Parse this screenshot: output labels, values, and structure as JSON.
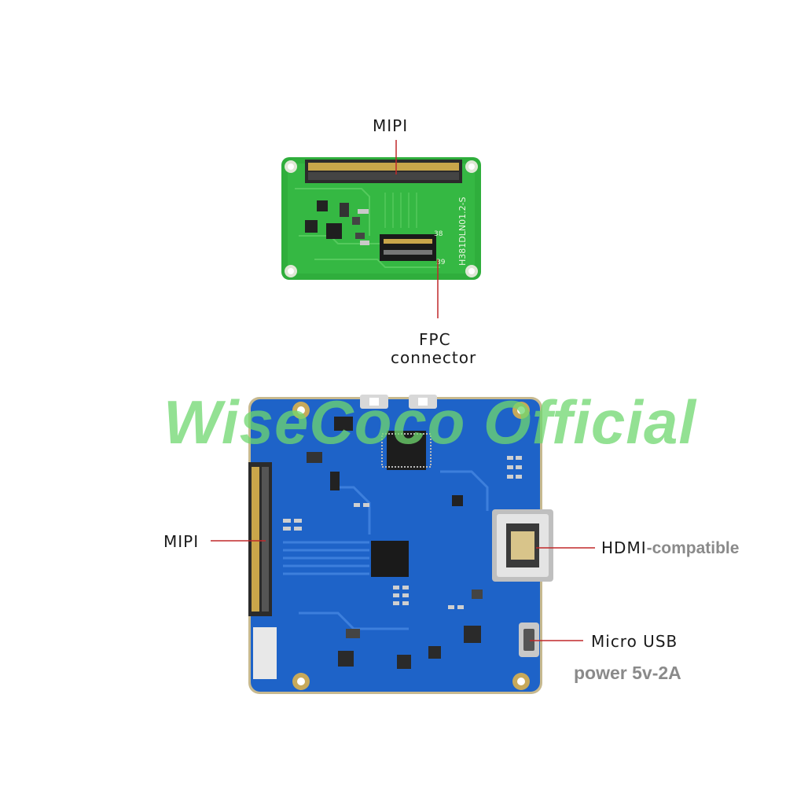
{
  "labels": {
    "mipi_top": "MIPI",
    "fpc_line1": "FPC",
    "fpc_line2": "connector",
    "mipi_left": "MIPI",
    "hdmi_main": "HDMI",
    "hdmi_suffix": "-compatible",
    "micro_usb": "Micro USB",
    "power": "power 5v-2A"
  },
  "watermark": "WiseCoco Official",
  "adapter_silkscreen": {
    "board_id": "H381DLN01.2-S",
    "pin_a": "38",
    "pin_b": "39"
  },
  "colors": {
    "green_board": "#2fae3c",
    "blue_board": "#1e63c8",
    "leader_line": "#c0282a"
  }
}
